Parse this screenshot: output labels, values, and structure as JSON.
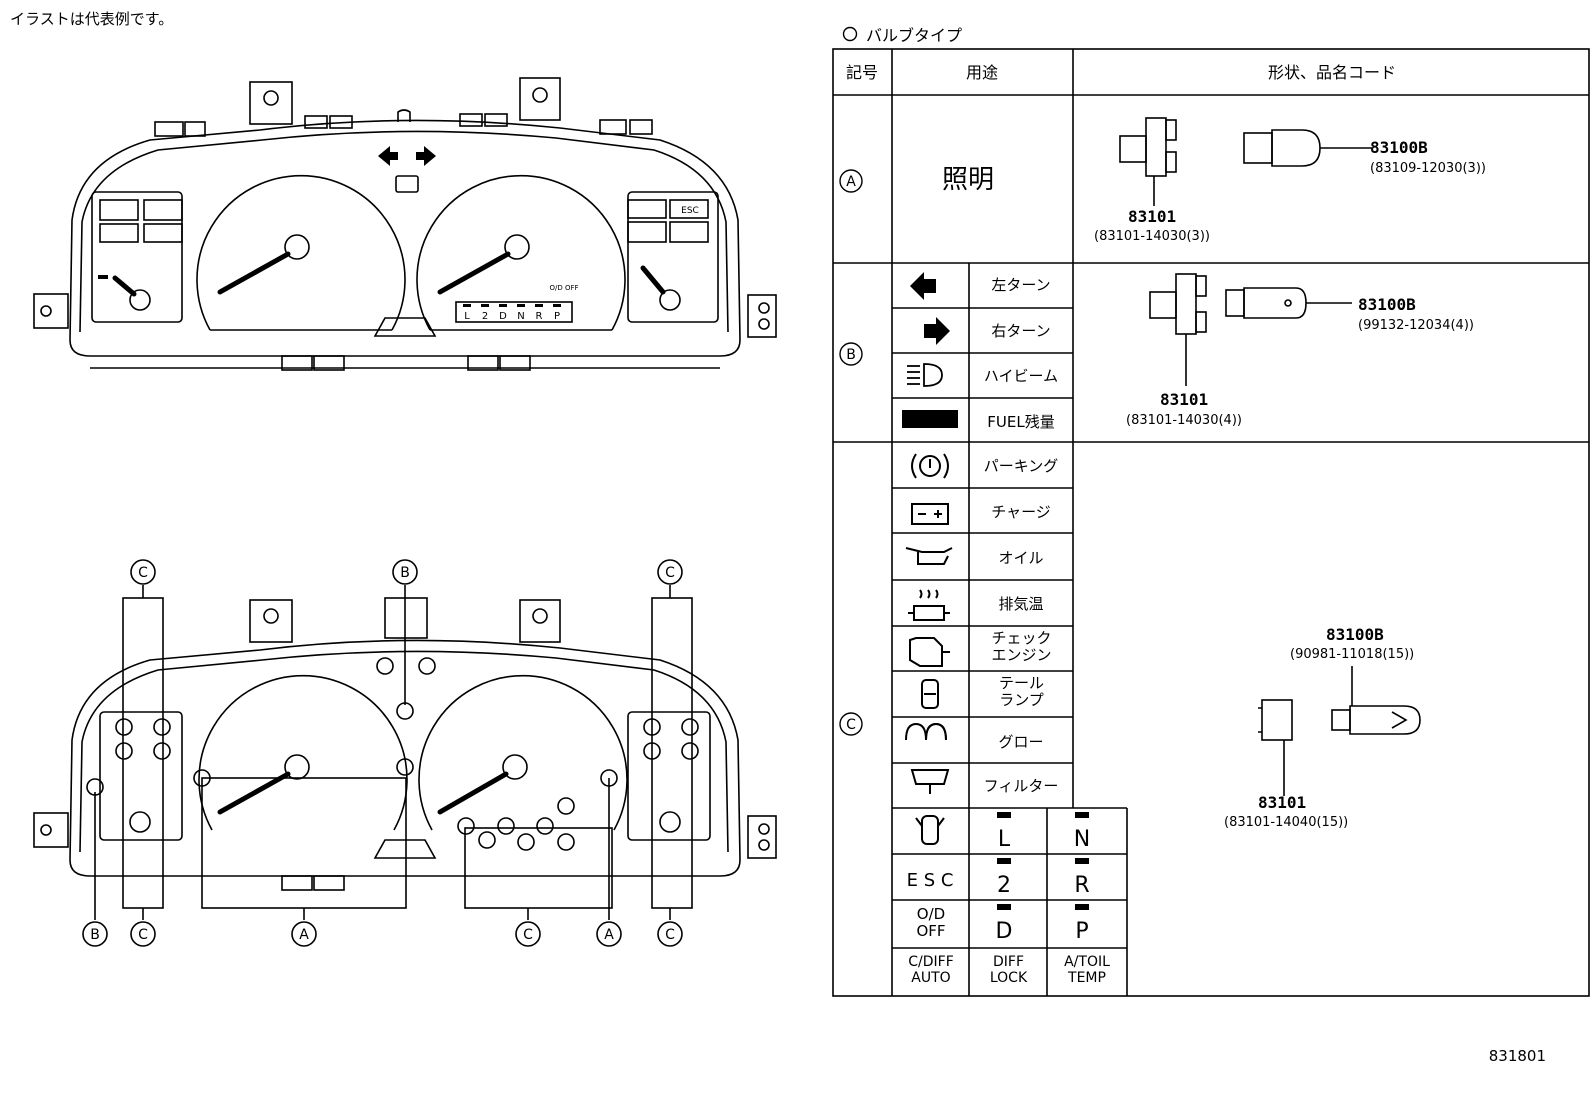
{
  "note": "イラストは代表例です。",
  "figure_code": "831801",
  "legend_title": "バルブタイプ",
  "header": {
    "symbol": "記号",
    "usage": "用途",
    "shape": "形状、品名コード"
  },
  "rows": {
    "a": {
      "symbol": "A",
      "usage": "照明",
      "bulb_name": "83100B",
      "bulb_code": "(83109-12030(3))",
      "socket_name": "83101",
      "socket_code": "(83101-14030(3))"
    },
    "b": {
      "symbol": "B",
      "items": [
        "左ターン",
        "右ターン",
        "ハイビーム",
        "FUEL残量"
      ],
      "bulb_name": "83100B",
      "bulb_code": "(99132-12034(4))",
      "socket_name": "83101",
      "socket_code": "(83101-14030(4))"
    },
    "c": {
      "symbol": "C",
      "items": [
        "パーキング",
        "チャージ",
        "オイル",
        "排気温",
        "チェック\nエンジン",
        "テール\nランプ",
        "グロー",
        "フィルター"
      ],
      "bulb_name": "83100B",
      "bulb_code": "(90981-11018(15))",
      "socket_name": "83101",
      "socket_code": "(83101-14040(15))",
      "grid": {
        "r1": [
          "L",
          "N"
        ],
        "r2": [
          "E S C",
          "2",
          "R"
        ],
        "r3": [
          "O/D\nOFF",
          "D",
          "P"
        ],
        "r4": [
          "C/DIFF\nAUTO",
          "DIFF\nLOCK",
          "A/TOIL\nTEMP"
        ]
      }
    }
  },
  "cluster_top": {
    "gear_labels": [
      "L",
      "2",
      "D",
      "N",
      "R",
      "P"
    ],
    "od_label": "O/D\nOFF",
    "esc_label": "ESC"
  },
  "callouts": {
    "top": [
      "C",
      "B",
      "C"
    ],
    "bottom": [
      "B",
      "C",
      "A",
      "C",
      "A",
      "C"
    ]
  }
}
